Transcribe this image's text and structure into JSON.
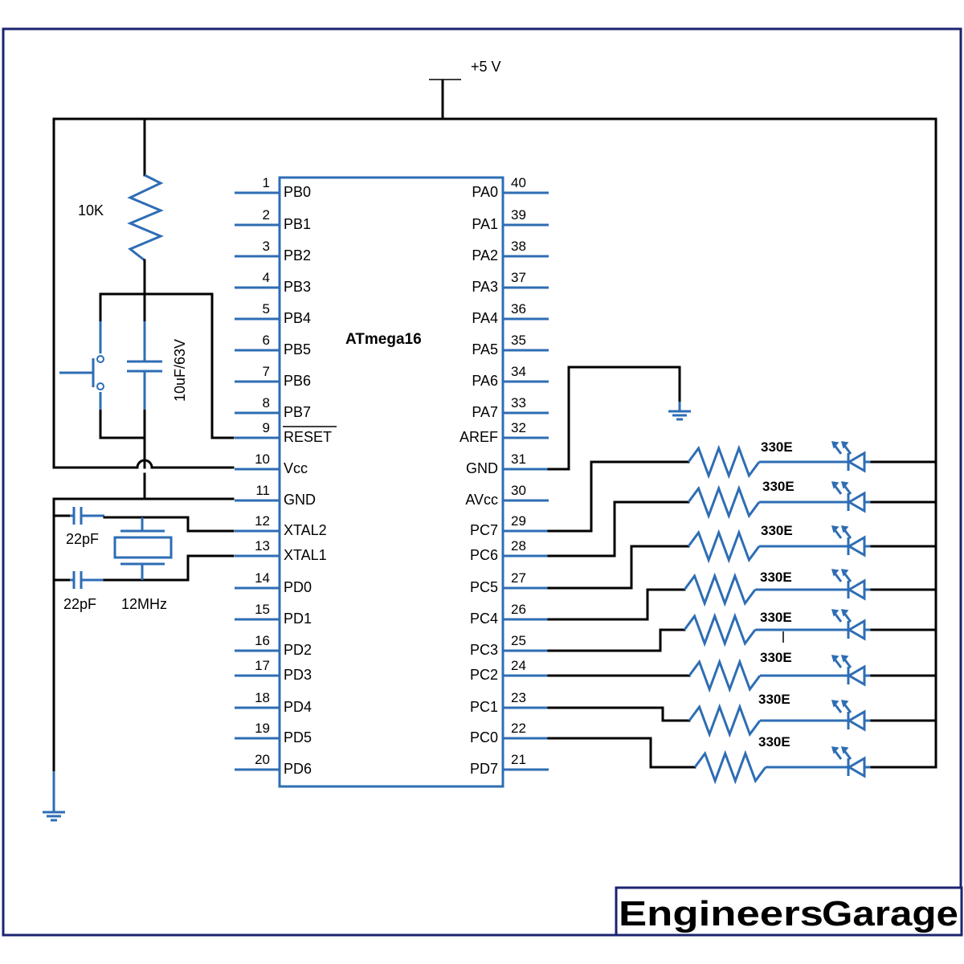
{
  "supply": {
    "label": "+5 V"
  },
  "chip": {
    "name": "ATmega16",
    "left_pins": [
      {
        "num": "1",
        "name": "PB0"
      },
      {
        "num": "2",
        "name": "PB1"
      },
      {
        "num": "3",
        "name": "PB2"
      },
      {
        "num": "4",
        "name": "PB3"
      },
      {
        "num": "5",
        "name": "PB4"
      },
      {
        "num": "6",
        "name": "PB5"
      },
      {
        "num": "7",
        "name": "PB6"
      },
      {
        "num": "8",
        "name": "PB7"
      },
      {
        "num": "9",
        "name": "RESET"
      },
      {
        "num": "10",
        "name": "Vcc"
      },
      {
        "num": "11",
        "name": "GND"
      },
      {
        "num": "12",
        "name": "XTAL2"
      },
      {
        "num": "13",
        "name": "XTAL1"
      },
      {
        "num": "14",
        "name": "PD0"
      },
      {
        "num": "15",
        "name": "PD1"
      },
      {
        "num": "16",
        "name": "PD2"
      },
      {
        "num": "17",
        "name": "PD3"
      },
      {
        "num": "18",
        "name": "PD4"
      },
      {
        "num": "19",
        "name": "PD5"
      },
      {
        "num": "20",
        "name": "PD6"
      }
    ],
    "right_pins": [
      {
        "num": "40",
        "name": "PA0"
      },
      {
        "num": "39",
        "name": "PA1"
      },
      {
        "num": "38",
        "name": "PA2"
      },
      {
        "num": "37",
        "name": "PA3"
      },
      {
        "num": "36",
        "name": "PA4"
      },
      {
        "num": "35",
        "name": "PA5"
      },
      {
        "num": "34",
        "name": "PA6"
      },
      {
        "num": "33",
        "name": "PA7"
      },
      {
        "num": "32",
        "name": "AREF"
      },
      {
        "num": "31",
        "name": "GND"
      },
      {
        "num": "30",
        "name": "AVcc"
      },
      {
        "num": "29",
        "name": "PC7"
      },
      {
        "num": "28",
        "name": "PC6"
      },
      {
        "num": "27",
        "name": "PC5"
      },
      {
        "num": "26",
        "name": "PC4"
      },
      {
        "num": "25",
        "name": "PC3"
      },
      {
        "num": "24",
        "name": "PC2"
      },
      {
        "num": "23",
        "name": "PC1"
      },
      {
        "num": "22",
        "name": "PC0"
      },
      {
        "num": "21",
        "name": "PD7"
      }
    ]
  },
  "components": {
    "pullup_resistor": "10K",
    "reset_capacitor": "10uF/63V",
    "crystal_cap_top": "22pF",
    "crystal_cap_bottom": "22pF",
    "crystal": "12MHz"
  },
  "led_resistors": [
    "330E",
    "330E",
    "330E",
    "330E",
    "330E",
    "330E",
    "330E",
    "330E"
  ],
  "brand": {
    "part1": "Engineers",
    "part2": "Garage",
    "color1": "#3d9be9",
    "color2": "#8c8c8c"
  }
}
